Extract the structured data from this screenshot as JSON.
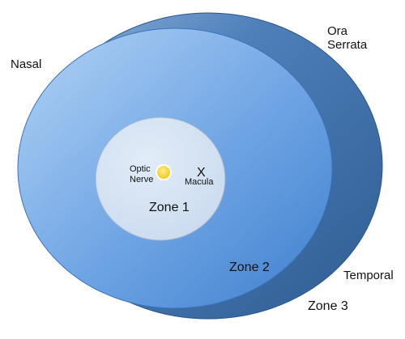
{
  "labels": {
    "nasal": "Nasal",
    "ora_serrata_line1": "Ora",
    "ora_serrata_line2": "Serrata",
    "temporal": "Temporal",
    "optic_nerve_line1": "Optic",
    "optic_nerve_line2": "Nerve",
    "macula_marker": "X",
    "macula": "Macula",
    "zone1": "Zone 1",
    "zone2": "Zone 2",
    "zone3": "Zone 3"
  },
  "colors": {
    "outer_ring_dark": "#2e5c92",
    "outer_ring_light": "#8fb3dd",
    "middle_disc_light": "#a9cdf3",
    "middle_disc_dark": "#3f7fcd",
    "inner_disc": "#d4e2f3",
    "optic_nerve_fill": "#f2cf1f",
    "optic_nerve_rim": "#ffffff"
  }
}
